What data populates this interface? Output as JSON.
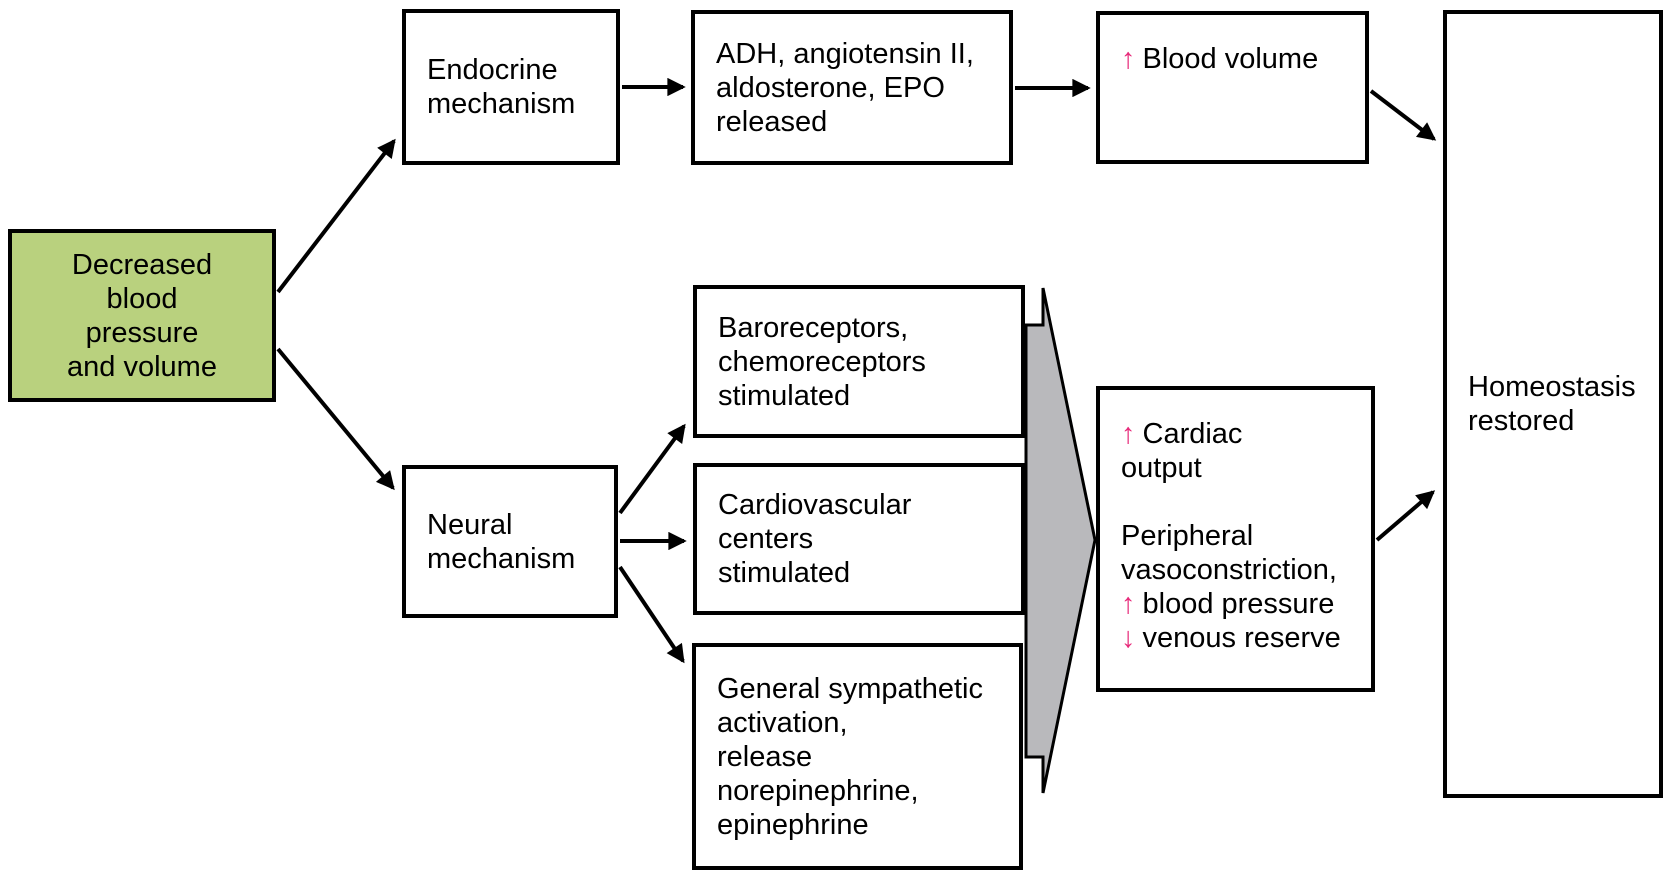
{
  "figure": {
    "description": "Flowchart of homeostatic responses to decreased blood pressure and volume"
  },
  "colors": {
    "highlight_box": "#b9d17e",
    "pink_arrow": "#e72a7a",
    "gray_arrow": "#b9b9bc",
    "line_color": "#000000"
  },
  "icons": {
    "up_arrow": "↑",
    "down_arrow": "↓"
  },
  "boxes": {
    "decreased": {
      "lines": [
        {
          "text": "Decreased"
        },
        {
          "text": "blood"
        },
        {
          "text": "pressure"
        },
        {
          "text": "and volume"
        }
      ]
    },
    "endocrine": {
      "lines": [
        {
          "text": "Endocrine"
        },
        {
          "text": "mechanism"
        }
      ]
    },
    "adh": {
      "lines": [
        {
          "text": "ADH, angiotensin II,"
        },
        {
          "text": "aldosterone, EPO"
        },
        {
          "text": "released"
        }
      ]
    },
    "blood_volume": {
      "lines": [
        {
          "icon": "up",
          "text": "Blood volume"
        }
      ]
    },
    "homeostasis": {
      "lines": [
        {
          "text": "Homeostasis"
        },
        {
          "text": "restored"
        }
      ]
    },
    "neural": {
      "lines": [
        {
          "text": "Neural"
        },
        {
          "text": "mechanism"
        }
      ]
    },
    "baroreceptors": {
      "lines": [
        {
          "text": "Baroreceptors,"
        },
        {
          "text": "chemoreceptors"
        },
        {
          "text": "stimulated"
        }
      ]
    },
    "cardiovascular": {
      "lines": [
        {
          "text": "Cardiovascular"
        },
        {
          "text": "centers"
        },
        {
          "text": "stimulated"
        }
      ]
    },
    "sympathetic": {
      "lines": [
        {
          "text": "General sympathetic"
        },
        {
          "text": "activation,"
        },
        {
          "text": "release"
        },
        {
          "text": "norepinephrine,"
        },
        {
          "text": "epinephrine"
        }
      ]
    },
    "cardiac": {
      "lines": [
        {
          "icon": "up",
          "text": "Cardiac"
        },
        {
          "text": "output"
        },
        {
          "text": ""
        },
        {
          "text": "Peripheral"
        },
        {
          "text": "vasoconstriction,"
        },
        {
          "icon": "up",
          "text": "blood pressure"
        },
        {
          "icon": "down",
          "text": "venous reserve"
        }
      ]
    }
  }
}
